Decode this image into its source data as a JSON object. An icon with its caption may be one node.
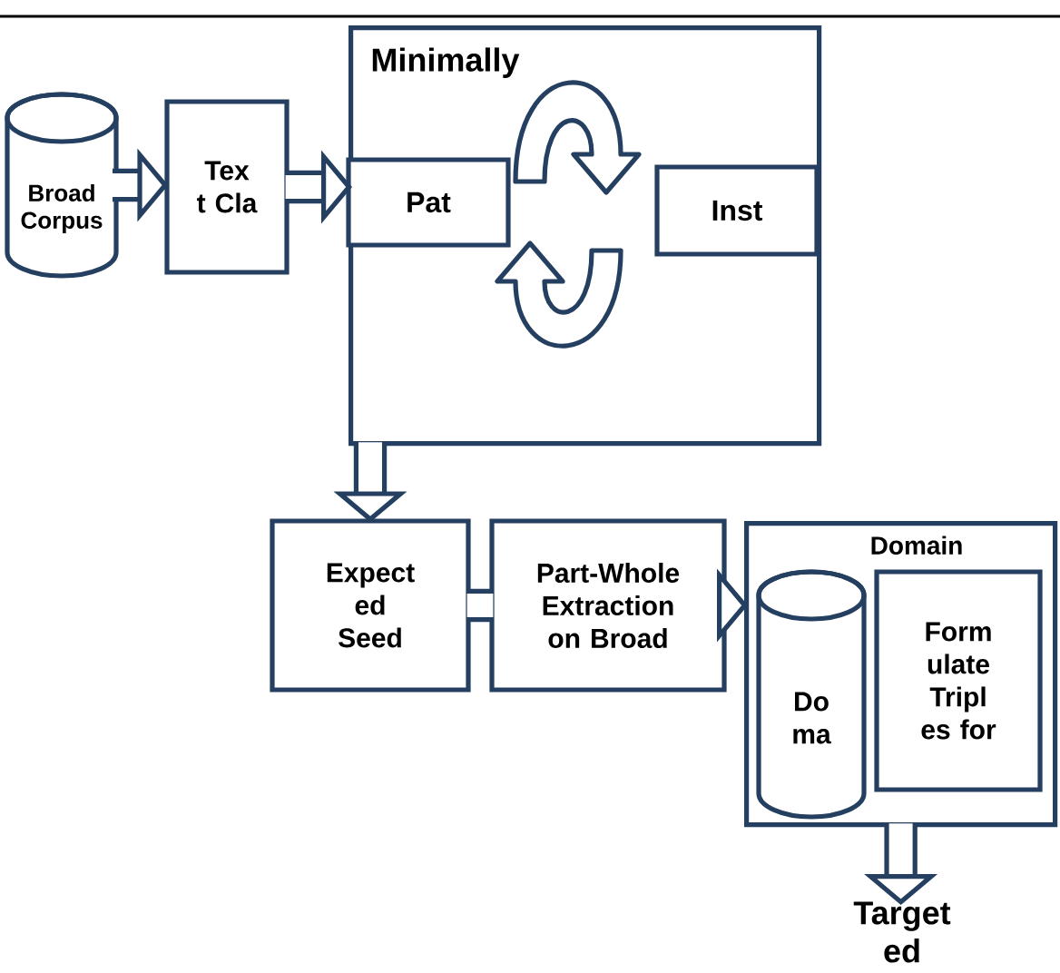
{
  "diagram": {
    "nodes": [
      {
        "text": [
          "Broad Corpus"
        ]
      },
      {
        "text": [
          "Tex t Cla"
        ]
      },
      {
        "text": [
          "Minimally"
        ]
      },
      {
        "text": [
          "Pat"
        ],
        "in": 2
      },
      {
        "text": [
          "Inst"
        ],
        "in": 2
      },
      {
        "text": [
          "Expect ed Seed"
        ]
      },
      {
        "text": [
          "Part-Whole Extraction on Broad"
        ]
      },
      {
        "text": [
          "Domain"
        ]
      },
      {
        "text": [
          "Do ma"
        ],
        "in": 7
      },
      {
        "text": [
          "Form ulate Tripl es for"
        ],
        "in": 7
      },
      {
        "text": [
          "Target ed"
        ]
      }
    ],
    "edges": [
      {
        "from": 0,
        "to": 1,
        "arrow": "to"
      },
      {
        "from": 1,
        "to": 2,
        "arrow": "to"
      },
      {
        "from": 3,
        "to": 4,
        "arrow": "to"
      },
      {
        "from": 4,
        "to": 3,
        "arrow": "to"
      },
      {
        "from": 2,
        "to": 5,
        "arrow": "to"
      },
      {
        "from": 5,
        "to": 6,
        "arrow": "none"
      },
      {
        "from": 6,
        "to": 7,
        "arrow": "to"
      },
      {
        "from": 7,
        "to": 10,
        "arrow": "to"
      }
    ]
  }
}
